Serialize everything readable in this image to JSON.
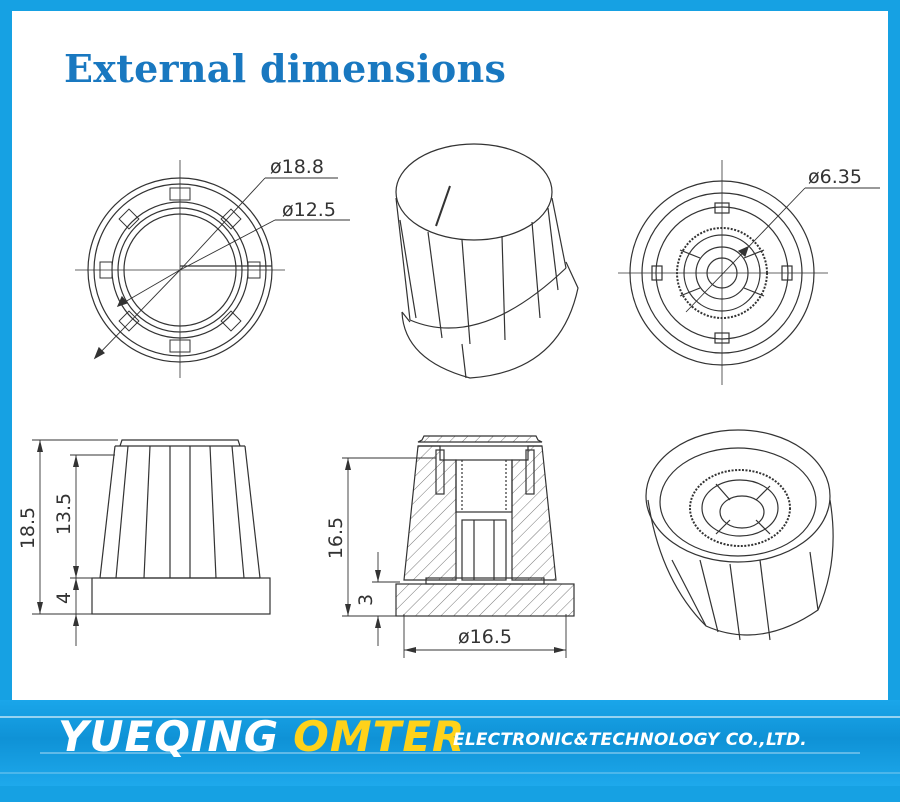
{
  "title": "External dimensions",
  "dimensions": {
    "outer_diameter": "ø18.8",
    "inner_diameter": "ø12.5",
    "shaft_diameter": "ø6.35",
    "total_height": "18.5",
    "body_height": "13.5",
    "base_height": "4",
    "section_height": "16.5",
    "section_base": "3",
    "base_diameter": "ø16.5"
  },
  "footer": {
    "brand_part1": "YUEQING",
    "brand_part2": "OMTER",
    "company": "ELECTRONIC&TECHNOLOGY  CO.,LTD."
  },
  "colors": {
    "frame": "#16a1e3",
    "title": "#1978c0",
    "brand_accent": "#ffd21a"
  }
}
